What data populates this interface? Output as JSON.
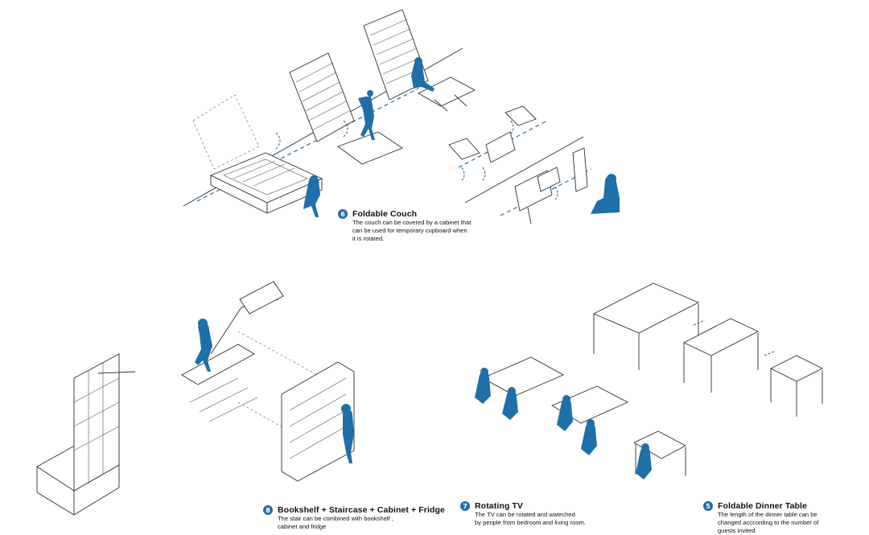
{
  "accent_color": "#1f6fa8",
  "captions": [
    {
      "number": "6",
      "title": "Foldable  Couch",
      "body": "The couch can be covered by a cabinet that\ncan be used for temporary cupboard when\nit is rotated."
    },
    {
      "number": "8",
      "title": "Bookshelf + Staircase + Cabinet + Fridge",
      "body": "The stair can be combined with bookshelf ,\ncabinet and fridge"
    },
    {
      "number": "7",
      "title": "Rotating TV",
      "body": "The TV can be rotated and wateched\nby people from bedroom and living room."
    },
    {
      "number": "5",
      "title": "Foldable Dinner Table",
      "body": "The length of the dinner table can be\nchanged acccording to the number of\n guests invited."
    }
  ]
}
